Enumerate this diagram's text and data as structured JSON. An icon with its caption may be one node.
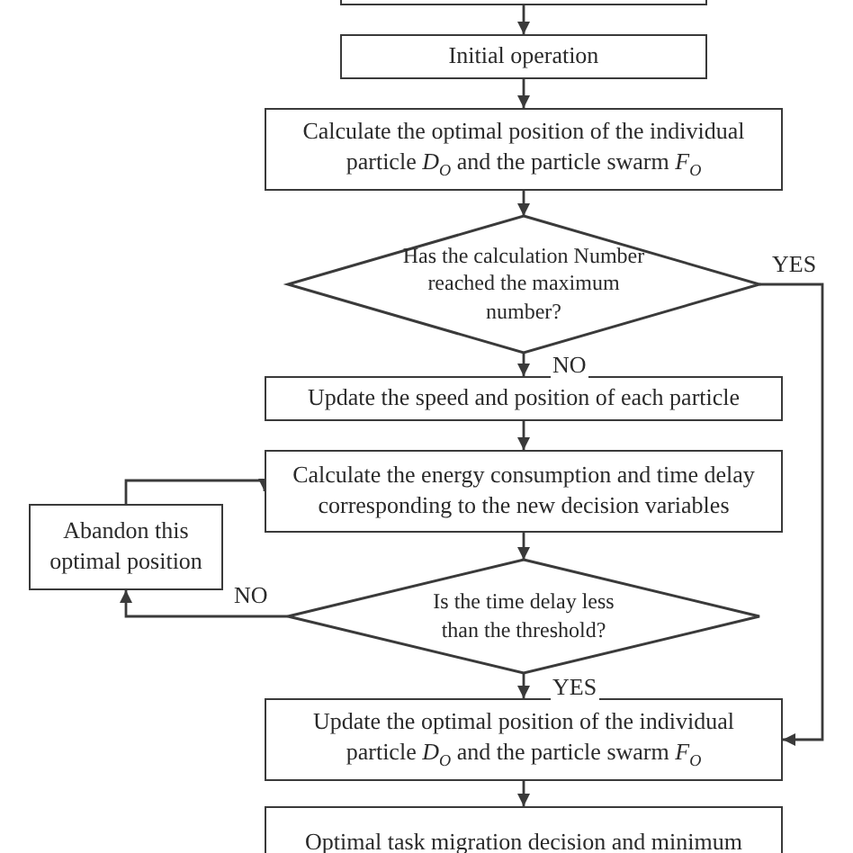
{
  "diagram": {
    "nodes": [
      {
        "text": [],
        "shape": "box"
      },
      {
        "text": [
          "Initial operation"
        ]
      },
      {
        "text": [
          "Calculate the optimal position of the individual particle *D*$_{O}$ and the particle swarm *F*$_{O}$"
        ]
      },
      {
        "text": [
          "Has the calculation Number reached the maximum number?"
        ]
      },
      {
        "text": [
          "Update the speed and position of each particle"
        ]
      },
      {
        "text": [
          "Calculate the energy consumption and time delay corresponding to the new decision variables"
        ]
      },
      {
        "text": [
          "Is the time delay less than the threshold?"
        ]
      },
      {
        "text": [
          "Abandon this optimal position"
        ]
      },
      {
        "text": [
          "Update the optimal position of the individual particle *D*$_{O}$ and the particle swarm *F*$_{O}$"
        ]
      },
      {
        "text": [
          "Optimal task migration decision and minimum"
        ]
      }
    ],
    "edges": [
      {
        "from": 0,
        "to": 1,
        "arrow": "to"
      },
      {
        "from": 1,
        "to": 2,
        "arrow": "to"
      },
      {
        "from": 2,
        "to": 3,
        "arrow": "to"
      },
      {
        "from": 3,
        "to": 8,
        "arrow": "to",
        "label": "YES"
      },
      {
        "from": 3,
        "to": 4,
        "arrow": "to",
        "label": "NO"
      },
      {
        "from": 4,
        "to": 5,
        "arrow": "to"
      },
      {
        "from": 5,
        "to": 6,
        "arrow": "to"
      },
      {
        "from": 6,
        "to": 7,
        "arrow": "to",
        "label": "NO"
      },
      {
        "from": 7,
        "to": 5,
        "arrow": "to"
      },
      {
        "from": 6,
        "to": 8,
        "arrow": "to",
        "label": "YES"
      },
      {
        "from": 8,
        "to": 9,
        "arrow": "to"
      }
    ]
  }
}
